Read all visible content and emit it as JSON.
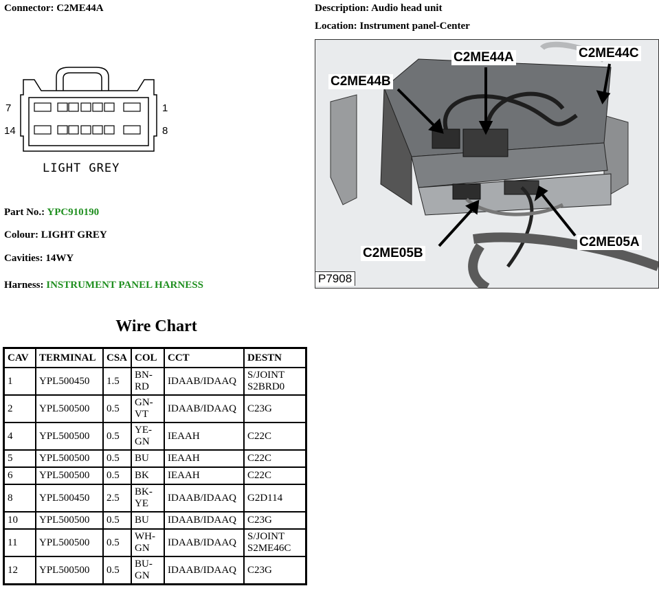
{
  "header": {
    "connector_label": "Connector:",
    "connector_value": "C2ME44A",
    "description_label": "Description:",
    "description_value": "Audio head unit",
    "location_label": "Location:",
    "location_value": "Instrument panel-Center"
  },
  "connector_face": {
    "pin_top_left": "7",
    "pin_top_right": "1",
    "pin_bottom_left": "14",
    "pin_bottom_right": "8",
    "caption": "LIGHT GREY"
  },
  "photo": {
    "callouts": {
      "c2me44a": "C2ME44A",
      "c2me44b": "C2ME44B",
      "c2me44c": "C2ME44C",
      "c2me05a": "C2ME05A",
      "c2me05b": "C2ME05B"
    },
    "figure_id": "P7908"
  },
  "details": {
    "part_no_label": "Part No.:",
    "part_no_value": "YPC910190",
    "colour_label": "Colour:",
    "colour_value": "LIGHT GREY",
    "cavities_label": "Cavities:",
    "cavities_value": "14WY",
    "harness_label": "Harness:",
    "harness_value": "INSTRUMENT PANEL HARNESS",
    "link_color": "#1f8f1f"
  },
  "wire_chart": {
    "title": "Wire Chart",
    "headers": [
      "CAV",
      "TERMINAL",
      "CSA",
      "COL",
      "CCT",
      "DESTN"
    ],
    "rows": [
      {
        "cav": "1",
        "terminal": "YPL500450",
        "csa": "1.5",
        "col": "BN-\nRD",
        "cct": "IDAAB/IDAAQ",
        "destn": "S/JOINT\nS2BRD0"
      },
      {
        "cav": "2",
        "terminal": "YPL500500",
        "csa": "0.5",
        "col": "GN-\nVT",
        "cct": "IDAAB/IDAAQ",
        "destn": "C23G"
      },
      {
        "cav": "4",
        "terminal": "YPL500500",
        "csa": "0.5",
        "col": "YE-\nGN",
        "cct": "IEAAH",
        "destn": "C22C"
      },
      {
        "cav": "5",
        "terminal": "YPL500500",
        "csa": "0.5",
        "col": "BU",
        "cct": "IEAAH",
        "destn": "C22C"
      },
      {
        "cav": "6",
        "terminal": "YPL500500",
        "csa": "0.5",
        "col": "BK",
        "cct": "IEAAH",
        "destn": "C22C"
      },
      {
        "cav": "8",
        "terminal": "YPL500450",
        "csa": "2.5",
        "col": "BK-\nYE",
        "cct": "IDAAB/IDAAQ",
        "destn": "G2D114"
      },
      {
        "cav": "10",
        "terminal": "YPL500500",
        "csa": "0.5",
        "col": "BU",
        "cct": "IDAAB/IDAAQ",
        "destn": "C23G"
      },
      {
        "cav": "11",
        "terminal": "YPL500500",
        "csa": "0.5",
        "col": "WH-\nGN",
        "cct": "IDAAB/IDAAQ",
        "destn": "S/JOINT\nS2ME46C"
      },
      {
        "cav": "12",
        "terminal": "YPL500500",
        "csa": "0.5",
        "col": "BU-\nGN",
        "cct": "IDAAB/IDAAQ",
        "destn": "C23G"
      }
    ]
  }
}
